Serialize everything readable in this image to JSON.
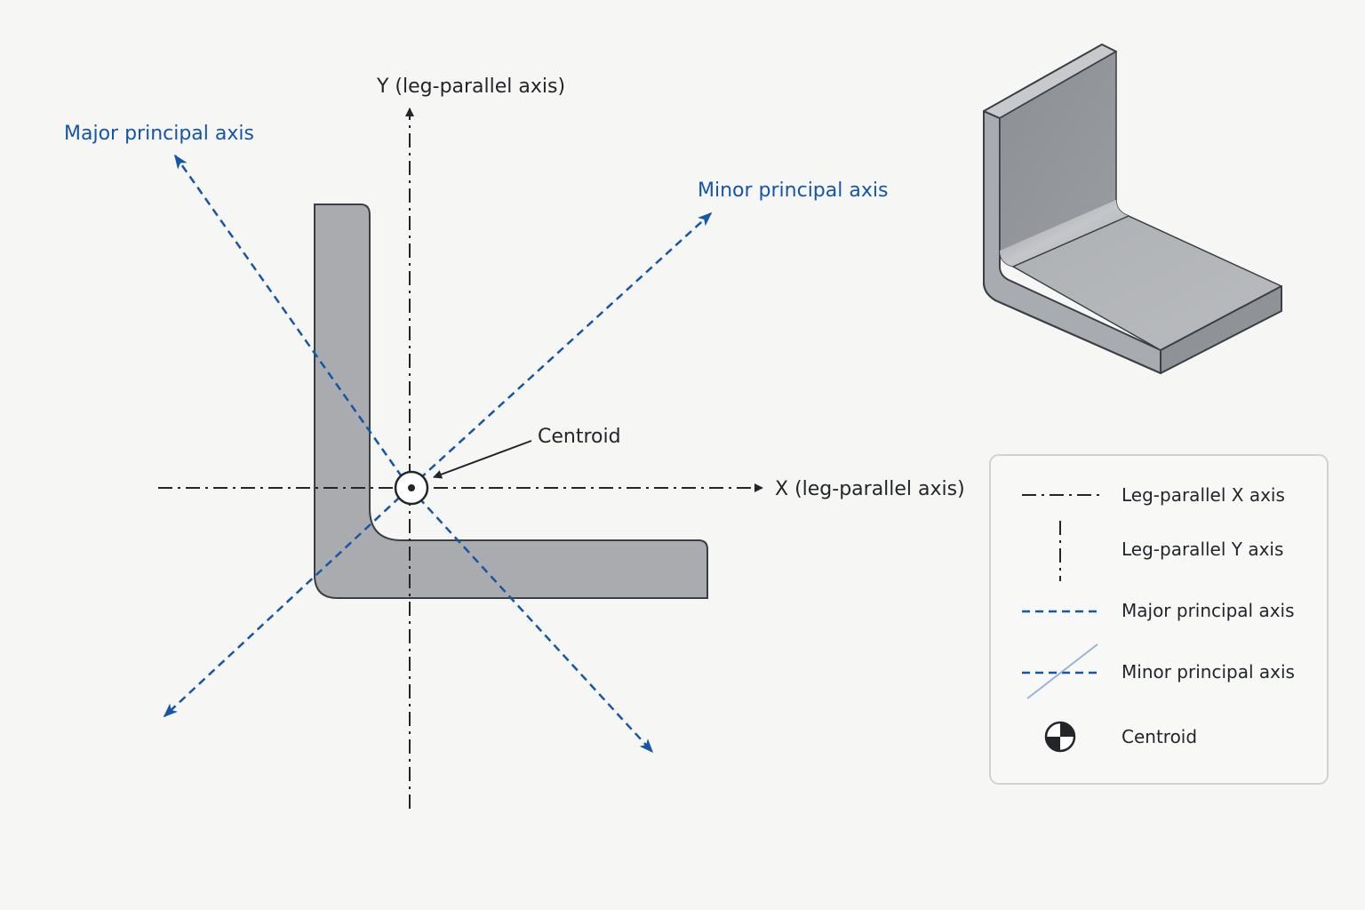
{
  "labels": {
    "y_axis": "Y (leg-parallel axis)",
    "x_axis": "X (leg-parallel axis)",
    "major_axis": "Major principal axis",
    "minor_axis": "Minor principal axis",
    "centroid": "Centroid"
  },
  "legend": {
    "items": [
      {
        "label": "Leg-parallel X axis",
        "symbol": "dash-dot-horizontal"
      },
      {
        "label": "Leg-parallel Y axis",
        "symbol": "dash-dot-vertical"
      },
      {
        "label": "Major principal axis",
        "symbol": "dashed-blue"
      },
      {
        "label": "Minor principal axis",
        "symbol": "dashed-blue-with-diagonal"
      },
      {
        "label": "Centroid",
        "symbol": "centroid-icon"
      }
    ]
  },
  "colors": {
    "background": "#f6f6f4",
    "axis_dark": "#22262b",
    "principal_blue": "#1456a8",
    "section_fill": "#a9abae",
    "section_stroke": "#3a3f45"
  }
}
